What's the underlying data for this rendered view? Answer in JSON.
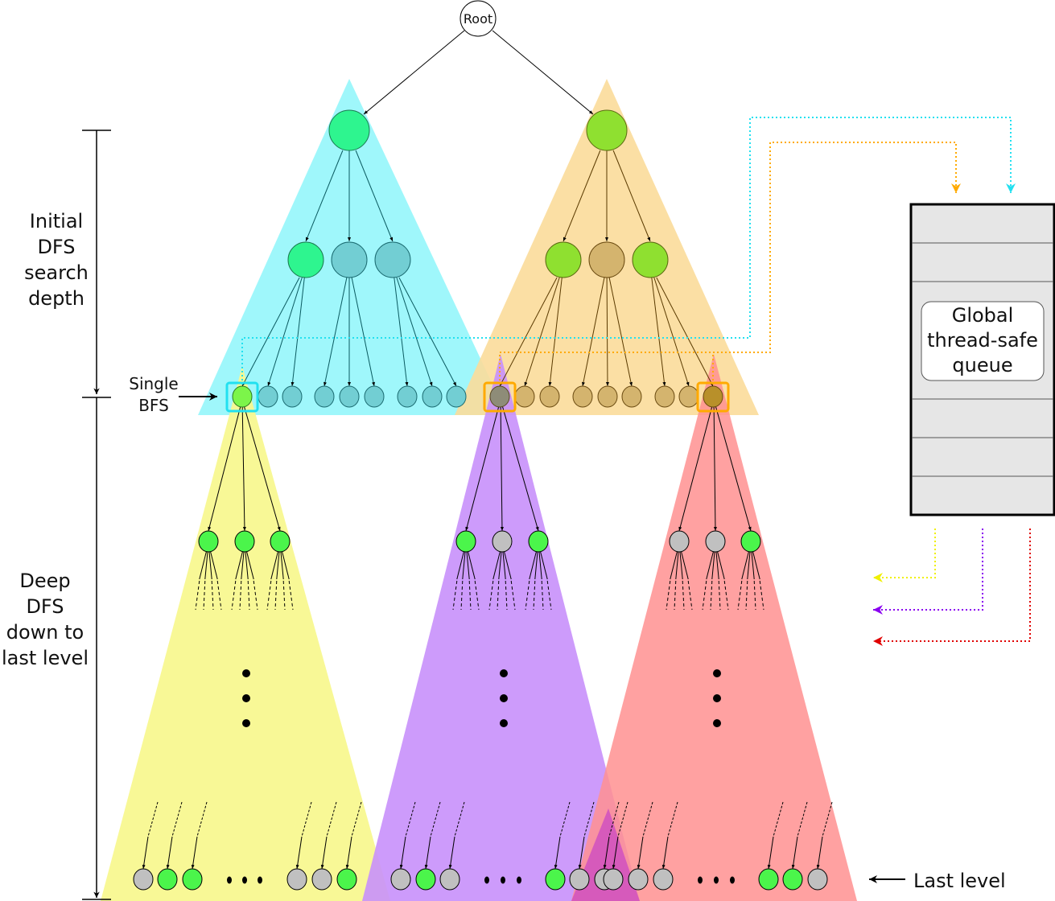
{
  "labels": {
    "root": "Root",
    "initial_dfs": [
      "Initial",
      "DFS",
      "search",
      "depth"
    ],
    "deep_dfs": [
      "Deep",
      "DFS",
      "down to",
      "last level"
    ],
    "single_bfs": [
      "Single",
      "BFS"
    ],
    "last_level": "Last level",
    "queue": [
      "Global",
      "thread-safe",
      "queue"
    ]
  },
  "colors": {
    "cyan_region": "#9ff7fb",
    "orange_region": "#fbdc9a",
    "yellow_region": "#f8f890",
    "purple_region": "#c890fb",
    "red_region": "#ff9090",
    "green": "#4bf54b",
    "gray": "#c0c0c0",
    "teal": "#72ced3",
    "tan": "#d4b46e",
    "cyan_line": "#22e0f0",
    "orange_line": "#ffaa00",
    "yellow_line": "#f0f000",
    "purple_line": "#8a00f0",
    "red_line": "#e00000"
  },
  "tree": {
    "level1": [
      "spring",
      "lime"
    ],
    "level2": [
      "spring",
      "teal",
      "teal",
      "lime",
      "tan",
      "lime"
    ],
    "level3_cyan": [
      "lightgreen",
      "teal",
      "teal",
      "teal",
      "teal",
      "teal",
      "teal",
      "teal",
      "teal"
    ],
    "level3_orange": [
      "olive-gray",
      "tan",
      "tan",
      "tan",
      "tan",
      "tan",
      "tan",
      "tan",
      "dark-tan"
    ],
    "level4": [
      "green",
      "green",
      "green",
      "green",
      "gray",
      "green",
      "gray",
      "gray",
      "green"
    ],
    "last_level": [
      "gray",
      "green",
      "green",
      "gray",
      "gray",
      "green",
      "gray",
      "green",
      "gray",
      "green",
      "gray",
      "gray",
      "gray",
      "gray",
      "gray",
      "green",
      "green",
      "gray"
    ]
  }
}
